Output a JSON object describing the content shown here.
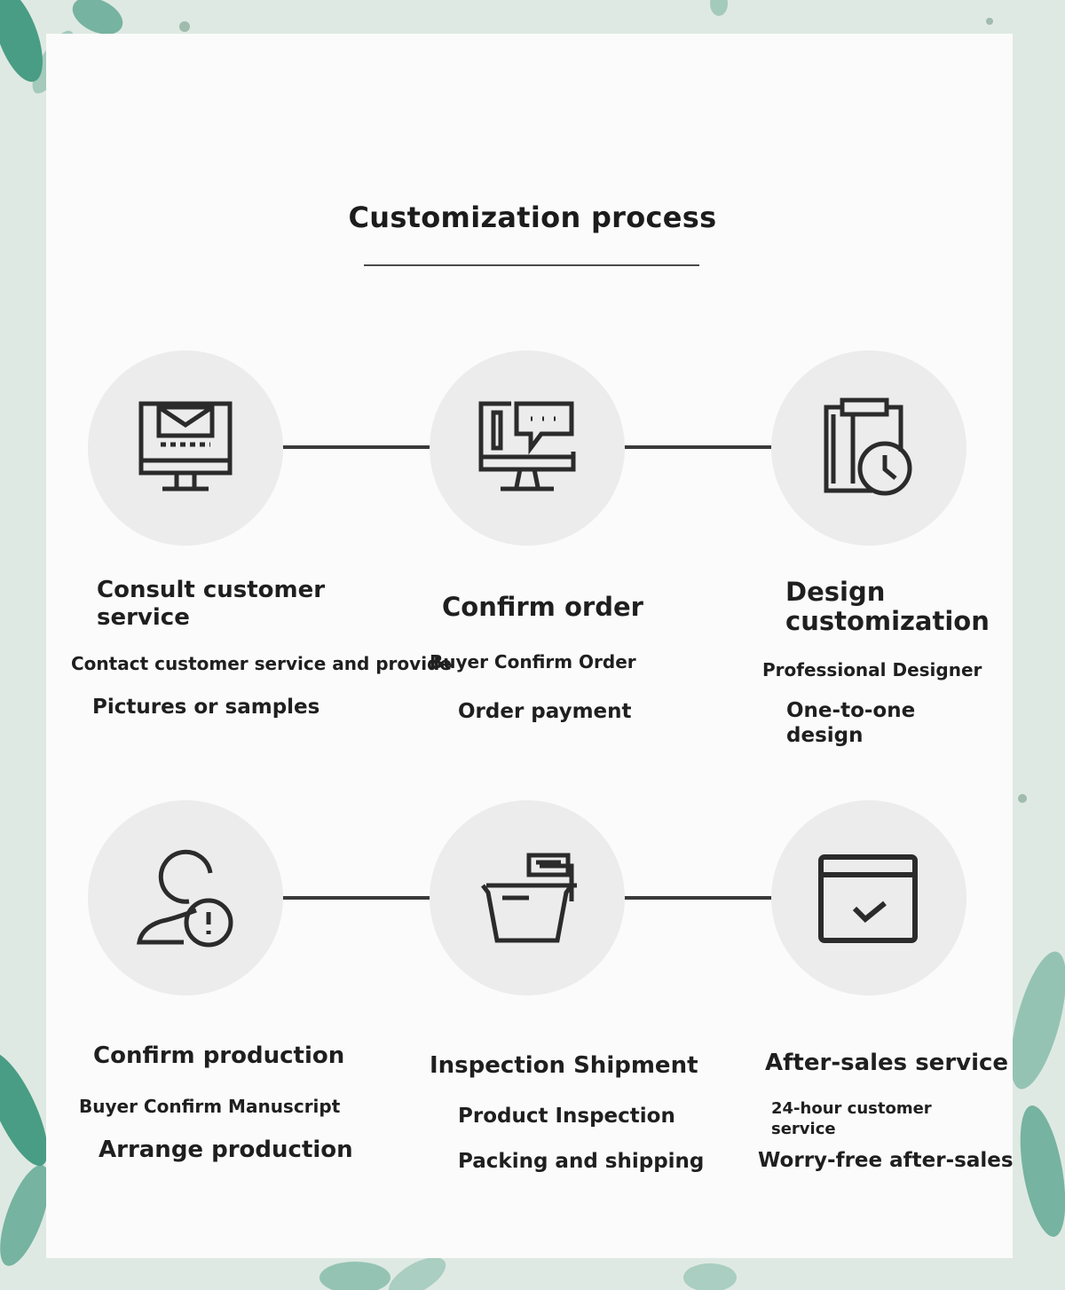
{
  "page": {
    "title": "Customization process",
    "accent_color": "#2f8f74",
    "circle_color": "#ececec"
  },
  "steps": [
    {
      "icon": "monitor-mail-icon",
      "title": "Consult customer\nservice",
      "line1": "Contact customer service and provide",
      "line2": "Pictures or samples"
    },
    {
      "icon": "monitor-chat-icon",
      "title": "Confirm order",
      "line1": "Buyer Confirm Order",
      "line2": "Order payment"
    },
    {
      "icon": "clipboard-clock-icon",
      "title": "Design\ncustomization",
      "line1": "Professional Designer",
      "line2": "One-to-one\ndesign"
    },
    {
      "icon": "user-alert-icon",
      "title": "Confirm production",
      "line1": "Buyer Confirm Manuscript",
      "line2": "Arrange production"
    },
    {
      "icon": "package-box-icon",
      "title": "Inspection Shipment",
      "line1": "Product Inspection",
      "line2": "Packing and shipping"
    },
    {
      "icon": "calendar-check-icon",
      "title": "After-sales service",
      "line1": "24-hour customer\nservice",
      "line2": "Worry-free after-sales"
    }
  ]
}
